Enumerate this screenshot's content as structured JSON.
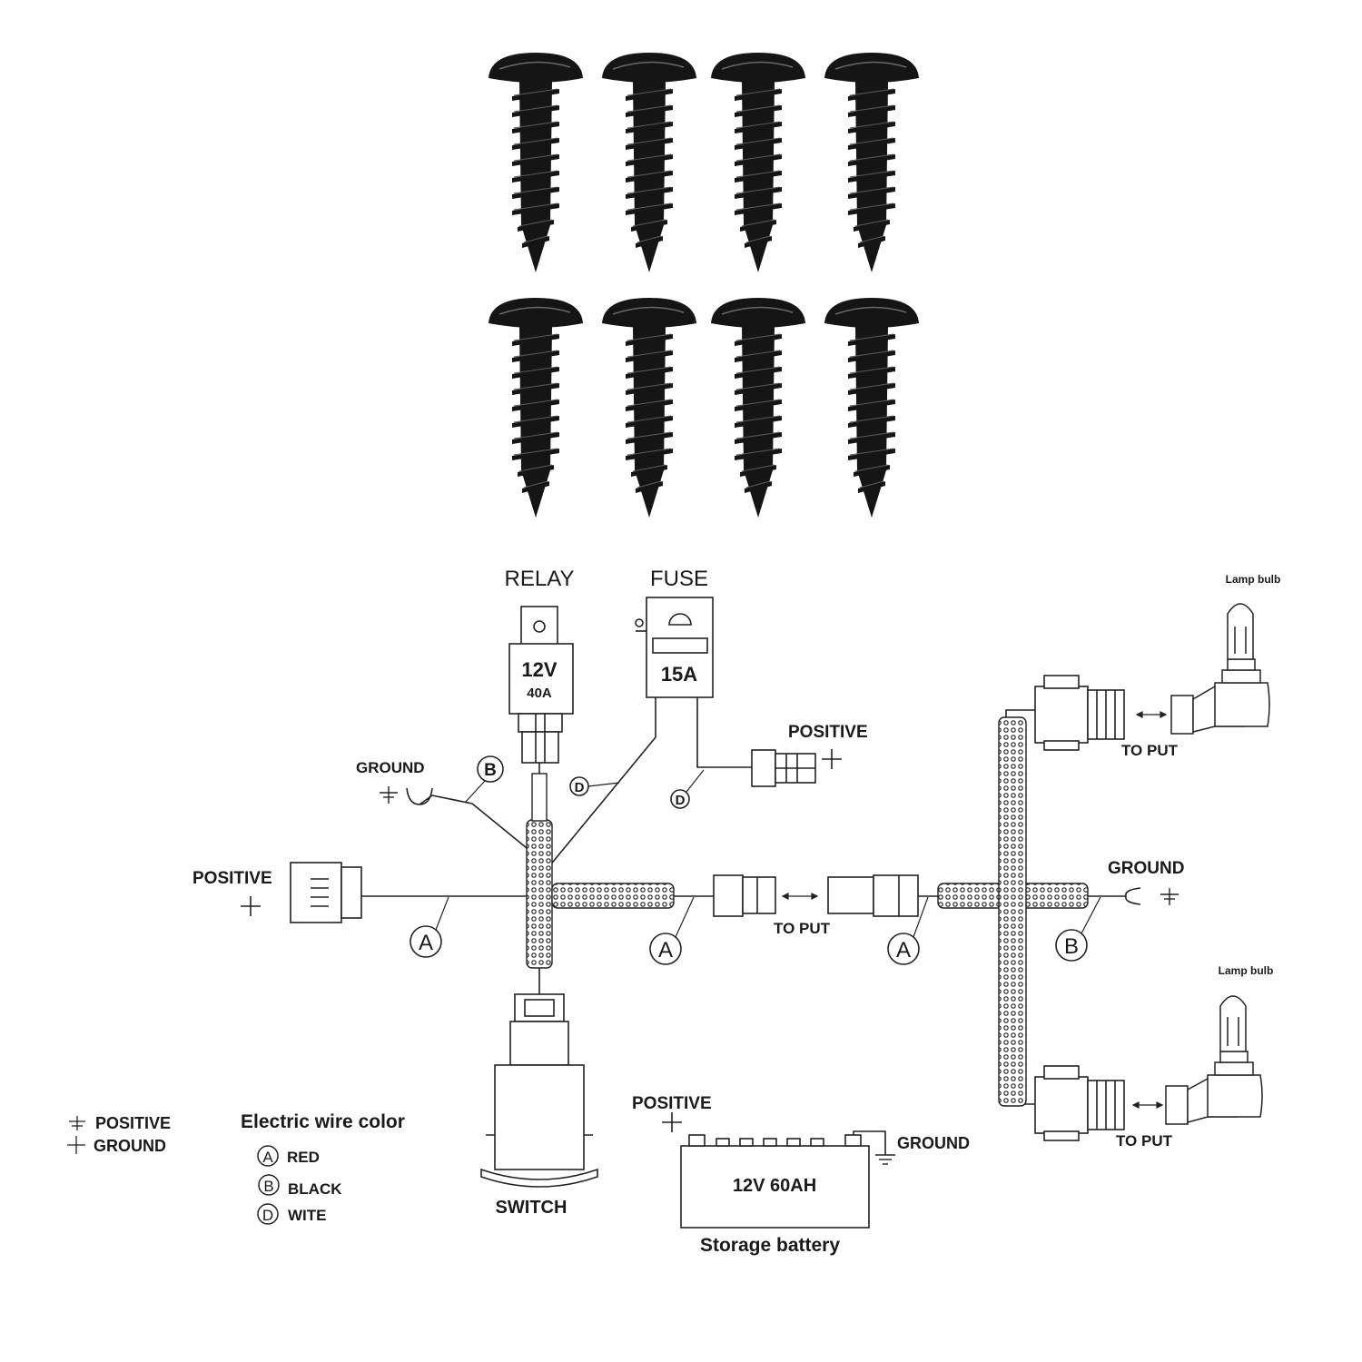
{
  "diagram": {
    "components": {
      "relay": {
        "title": "RELAY",
        "voltage": "12V",
        "current": "40A"
      },
      "fuse": {
        "title": "FUSE",
        "rating": "15A"
      },
      "switch": {
        "label": "SWITCH"
      },
      "battery": {
        "rating": "12V  60AH",
        "label": "Storage battery",
        "positive": "POSITIVE",
        "ground": "GROUND"
      },
      "lamp_top": {
        "label": "Lamp bulb",
        "connector_label": "TO PUT"
      },
      "lamp_bottom": {
        "label": "Lamp bulb",
        "connector_label": "TO PUT"
      }
    },
    "terminals": {
      "left_positive": "POSITIVE",
      "fuse_positive": "POSITIVE",
      "left_ground": "GROUND",
      "right_ground": "GROUND",
      "middle_to_put": "TO PUT"
    },
    "wire_markers": {
      "ground_wire": "B",
      "relay_wire": "D",
      "fuse_wire": "D",
      "positive_wire": "A",
      "middle_wire_1": "A",
      "middle_wire_2": "A",
      "right_ground_wire": "B"
    },
    "symbol_legend": [
      {
        "symbol": "ground-symbol",
        "label": "POSITIVE"
      },
      {
        "symbol": "plus-symbol",
        "label": "GROUND"
      }
    ],
    "wire_color_legend": {
      "title": "Electric wire color",
      "items": [
        {
          "marker": "A",
          "color": "RED"
        },
        {
          "marker": "B",
          "color": "BLACK"
        },
        {
          "marker": "D",
          "color": "WITE"
        }
      ]
    },
    "screws": {
      "count": 8,
      "rows": 2,
      "per_row": 4,
      "color": "#151515"
    },
    "colors": {
      "ink": "#1a1a1a",
      "background": "#ffffff"
    }
  }
}
